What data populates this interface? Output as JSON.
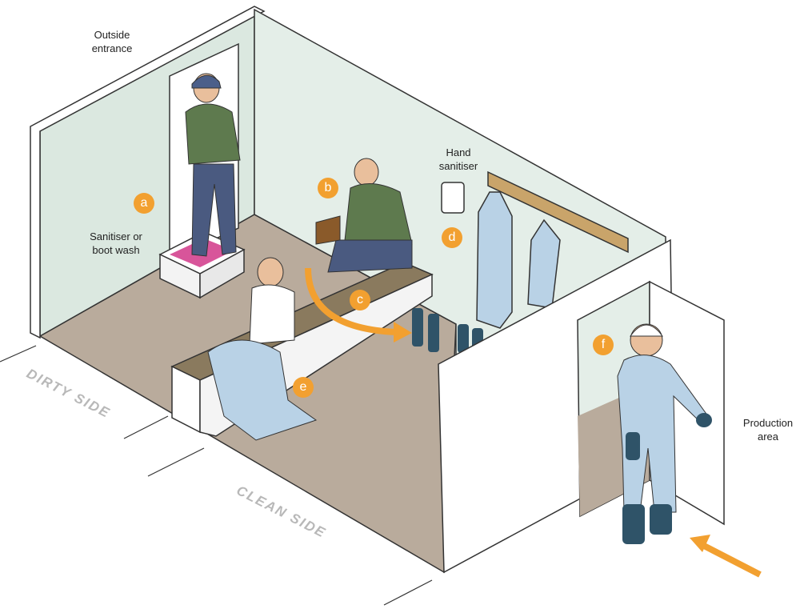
{
  "labels": {
    "outside_entrance": "Outside entrance",
    "sanitiser_boot_wash": "Sanitiser or boot wash",
    "hand_sanitiser": "Hand sanitiser",
    "production_area": "Production area",
    "dirty_side": "DIRTY SIDE",
    "clean_side": "CLEAN SIDE"
  },
  "markers": [
    "a",
    "b",
    "c",
    "d",
    "e",
    "f"
  ],
  "colors": {
    "marker": "#f2a030",
    "wall": "#e2ece6",
    "floor": "#b9ab9c",
    "bench": "#8a7a5e",
    "coverall": "#b9d2e6",
    "shirt": "#5e7a4e",
    "trousers": "#4a5a80"
  }
}
